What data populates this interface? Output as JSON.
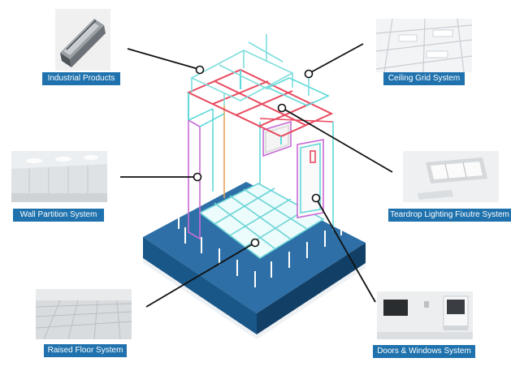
{
  "colors": {
    "label_bg": "#1f72ad",
    "label_text": "#ffffff",
    "base_top": "#2a6aa0",
    "base_side": "#15507f",
    "frame_cyan": "#5fd9d9",
    "frame_red": "#e84a5f",
    "frame_magenta": "#c86bd6",
    "frame_orange": "#e8a35a",
    "leader": "#111111"
  },
  "callouts": [
    {
      "id": "industrial-products",
      "label": "Industrial Products",
      "thumb_icon": "steel-strut-channel-icon"
    },
    {
      "id": "ceiling-grid-system",
      "label": "Ceiling Grid System",
      "thumb_icon": "ceiling-grid-photo"
    },
    {
      "id": "wall-partition-system",
      "label": "Wall Partition System",
      "thumb_icon": "wall-panel-photo"
    },
    {
      "id": "teardrop-lighting-fixture-system",
      "label": "Teardrop Lighting Fixutre System",
      "thumb_icon": "teardrop-light-photo"
    },
    {
      "id": "raised-floor-system",
      "label": "Raised Floor System",
      "thumb_icon": "raised-floor-photo"
    },
    {
      "id": "doors-windows-system",
      "label": "Doors & Windows System",
      "thumb_icon": "door-window-photo"
    }
  ]
}
